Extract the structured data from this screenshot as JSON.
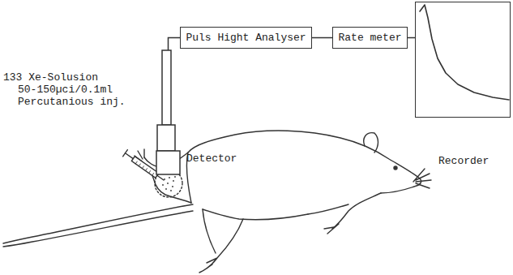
{
  "diagram": {
    "nodes": [
      {
        "text": [
          "Puls Hight Analyser"
        ]
      },
      {
        "text": [
          "Rate meter"
        ]
      },
      {
        "text": [
          "Recorder"
        ]
      },
      {
        "text": [
          "Detector"
        ]
      }
    ],
    "edges": [
      {
        "from": 3,
        "to": 0,
        "arrow": "none"
      },
      {
        "from": 0,
        "to": 1,
        "arrow": "none"
      },
      {
        "from": 1,
        "to": 2,
        "arrow": "none"
      }
    ],
    "labels": [
      "133 Xe-Solusion",
      "50-150µci/0.1ml",
      "Percutanious inj."
    ]
  }
}
